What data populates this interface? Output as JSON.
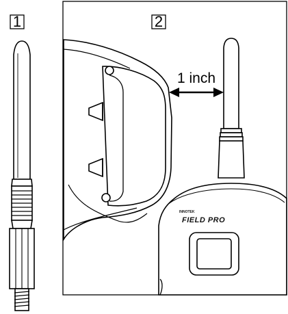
{
  "panels": [
    {
      "step": "1"
    },
    {
      "step": "2"
    }
  ],
  "measurement": {
    "label": "1 inch"
  },
  "device": {
    "brand_small": "INNOTEK",
    "brand_main": "FIELD PRO"
  }
}
